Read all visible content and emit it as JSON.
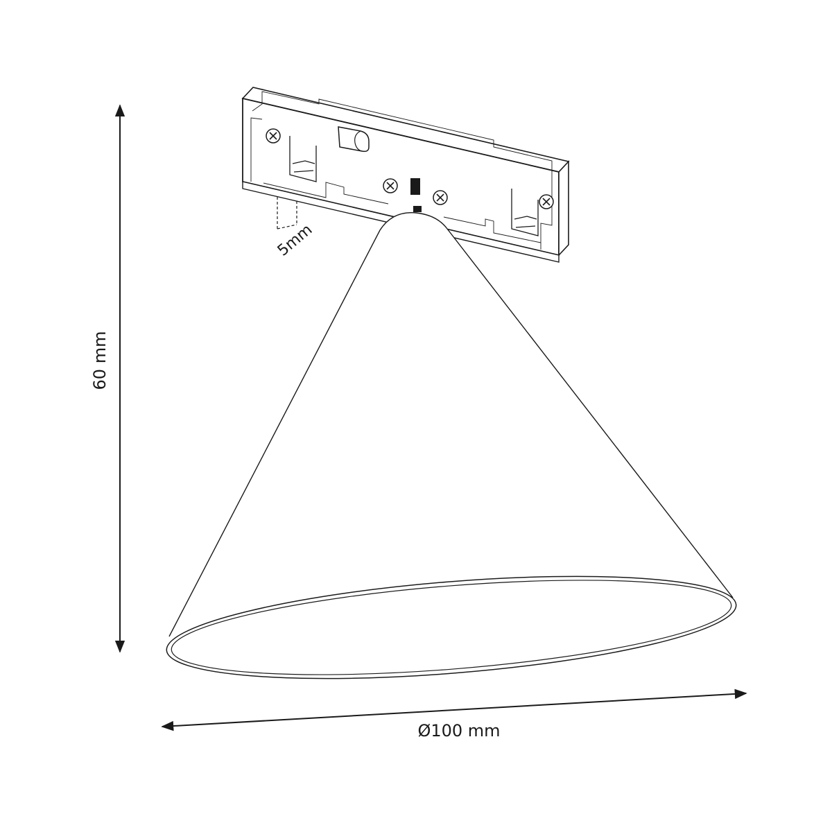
{
  "dimensions": {
    "height_label": "60 mm",
    "diameter_label": "Ø100 mm",
    "base_offset_label": "5mm"
  },
  "colors": {
    "stroke": "#1a1a1a",
    "background": "#ffffff"
  }
}
